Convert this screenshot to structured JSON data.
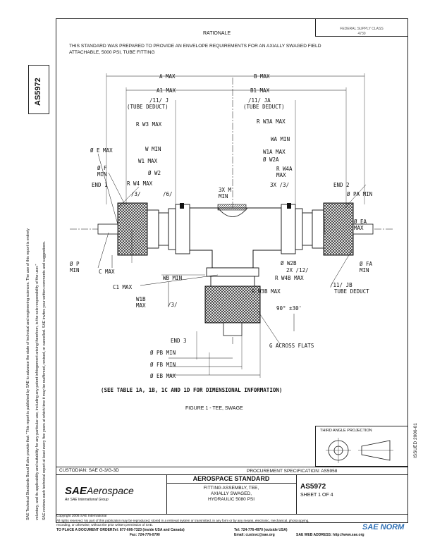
{
  "side": {
    "standard_id": "AS5972",
    "notice_line1": "SAE Technical Standards Board Rules provide that: \"This report is published by SAE to advance the state of technical and engineering sciences. The use of this report is entirely",
    "notice_line2": "voluntary, and its applicability and suitability for any particular use, including any patent infringement arising therefrom, is the sole responsibility of the user.\"",
    "notice_line3": "SAE reviews each technical report at least every five years at which time it may be reaffirmed, revised, or cancelled. SAE invites your written comments and suggestions."
  },
  "header": {
    "rationale_label": "RATIONALE",
    "revision_box": "FEDERAL SUPPLY CLASS\n4730",
    "rationale_text_1": "THIS STANDARD WAS PREPARED TO PROVIDE AN ENVELOPE REQUIREMENTS FOR AN AXIALLY SWAGED FIELD",
    "rationale_text_2": "ATTACHABLE, 5000 PSI, TUBE FITTING"
  },
  "right_side": {
    "issue_text": "ISSUED 2006-01"
  },
  "drawing": {
    "labels": {
      "a_max": "A MAX",
      "b_max": "B MAX",
      "a1_max": "A1 MAX",
      "b1_max": "B1 MAX",
      "j": "/11/ J",
      "j_tube": "(TUBE DEDUCT)",
      "ja": "/11/ JA",
      "ja_tube": "(TUBE DEDUCT)",
      "rw3": "R W3 MAX",
      "rw3a": "R W3A MAX",
      "wa_min": "WA MIN",
      "e_max": "Ø E MAX",
      "w_min": "W MIN",
      "w1a_max": "W1A MAX",
      "w1_max": "W1 MAX",
      "w2a": "Ø W2A",
      "f_min": "Ø F MIN",
      "w2": "Ø W2",
      "rw4a": "R W4A MAX",
      "end1": "END 1",
      "rw4": "R W4 MAX",
      "n3x": "3X M MIN",
      "n3x2": "3X /3/",
      "end2": "END 2",
      "n3": "/3/",
      "n6": "/6/",
      "pa_min": "Ø PA MIN",
      "ea_max": "Ø EA MAX",
      "p_min": "Ø P MIN",
      "c_max": "C MAX",
      "w2b": "Ø W2B",
      "x12": "2X /12/",
      "fa_min": "Ø FA MIN",
      "wb_min": "WB MIN",
      "rw4b": "R W4B MAX",
      "c1_max": "C1 MAX",
      "rw3b": "R W3B MAX",
      "jb": "/11/ JB",
      "jb_tube": "TUBE DEDUCT",
      "w1b_max": "W1B MAX",
      "n3b": "/3/",
      "angle": "90° ±30'",
      "end3": "END 3",
      "g_flats": "G ACROSS FLATS",
      "pb_min": "Ø PB MIN",
      "fb_min": "Ø FB MIN",
      "eb_max": "Ø EB MAX",
      "see_table": "(SEE TABLE 1A, 1B, 1C AND 1D FOR DIMENSIONAL INFORMATION)"
    },
    "figure_caption": "FIGURE 1 - TEE, SWAGE"
  },
  "projection": {
    "label": "THIRD ANGLE PROJECTION"
  },
  "title_block": {
    "custodian": "CUSTODIAN: SAE G-3/G-3D",
    "procurement": "PROCUREMENT SPECIFICATION: AS5958",
    "logo_bold": "SAE",
    "logo_light": "Aerospace",
    "logo_sub": "An SAE International Group",
    "standard_label": "AEROSPACE STANDARD",
    "title_1": "FITTING ASSEMBLY, TEE,",
    "title_2": "AXIALLY SWAGED,",
    "title_3": "HYDRAULIC 5080 PSI",
    "doc_number": "AS5972",
    "sheet": "SHEET 1 OF 4"
  },
  "footer": {
    "copyright": "Copyright 2006 SAE International",
    "rights": "All rights reserved. No part of this publication may be reproduced, stored in a retrieval system or transmitted, in any form or by any means, electronic, mechanical, photocopying,",
    "rights2": "recording, or otherwise, without the prior written permission of SAE.",
    "order": "TO PLACE A DOCUMENT ORDER:",
    "tel1": "Tel: 877-606-7323 (inside USA and Canada)",
    "tel2": "Tel: 724-776-4970 (outside USA)",
    "fax": "Fax: 724-776-0790",
    "email": "Email: custsvc@sae.org",
    "web": "SAE WEB ADDRESS: http://www.sae.org",
    "watermark": "SAE NORM"
  }
}
